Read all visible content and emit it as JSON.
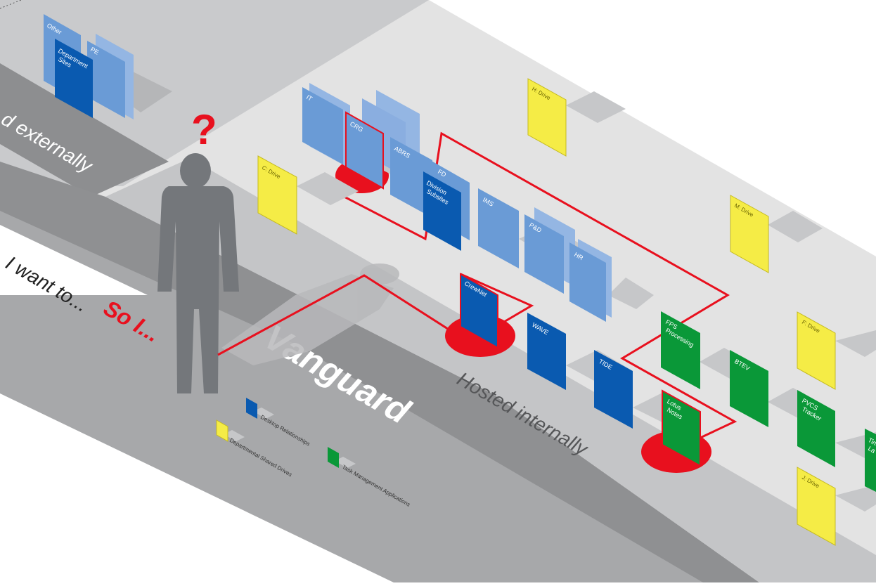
{
  "colors": {
    "desktop": "#0a5ab0",
    "desktop_light": "#6a9bd6",
    "drive": "#f5ec46",
    "task": "#0a9838",
    "highlight": "#e8101e",
    "floor": "#e3e3e3",
    "band_dark": "#8a8b8d",
    "band_light": "#c4c5c7",
    "person": "#707478"
  },
  "headline": {
    "left_text": "I want to...",
    "so_text": "So I...",
    "question_mark": "?"
  },
  "zones": {
    "external": "d externally",
    "vanguard": "Vanguard",
    "internal": "Hosted internally"
  },
  "cards": {
    "other": "Other",
    "department_sites": "Department Sites",
    "pe": "PE",
    "it": "IT",
    "crg": "CRG",
    "abrs": "ABRS",
    "fd": "FD",
    "division_subsites": "Division Subsites",
    "ims": "IMS",
    "pd": "P&D",
    "hr": "HR",
    "crewnet": "CrewNet",
    "wave": "WAVE",
    "tide": "TIDE",
    "fps": "FPS Processing",
    "btev": "BTEV",
    "lotus": "Lotus Notes",
    "pvcs": "PVCS Tracker",
    "tim": "Tim La",
    "c_drive": "C: Drive",
    "h_drive": "H: Drive",
    "m_drive": "M: Drive",
    "f_drive": "F: Drive",
    "j_drive": "J: Drive"
  },
  "legend": {
    "desktop": "Desktop Relationships",
    "drives": "Departmental Shared Drives",
    "task": "Task Management Applications"
  }
}
